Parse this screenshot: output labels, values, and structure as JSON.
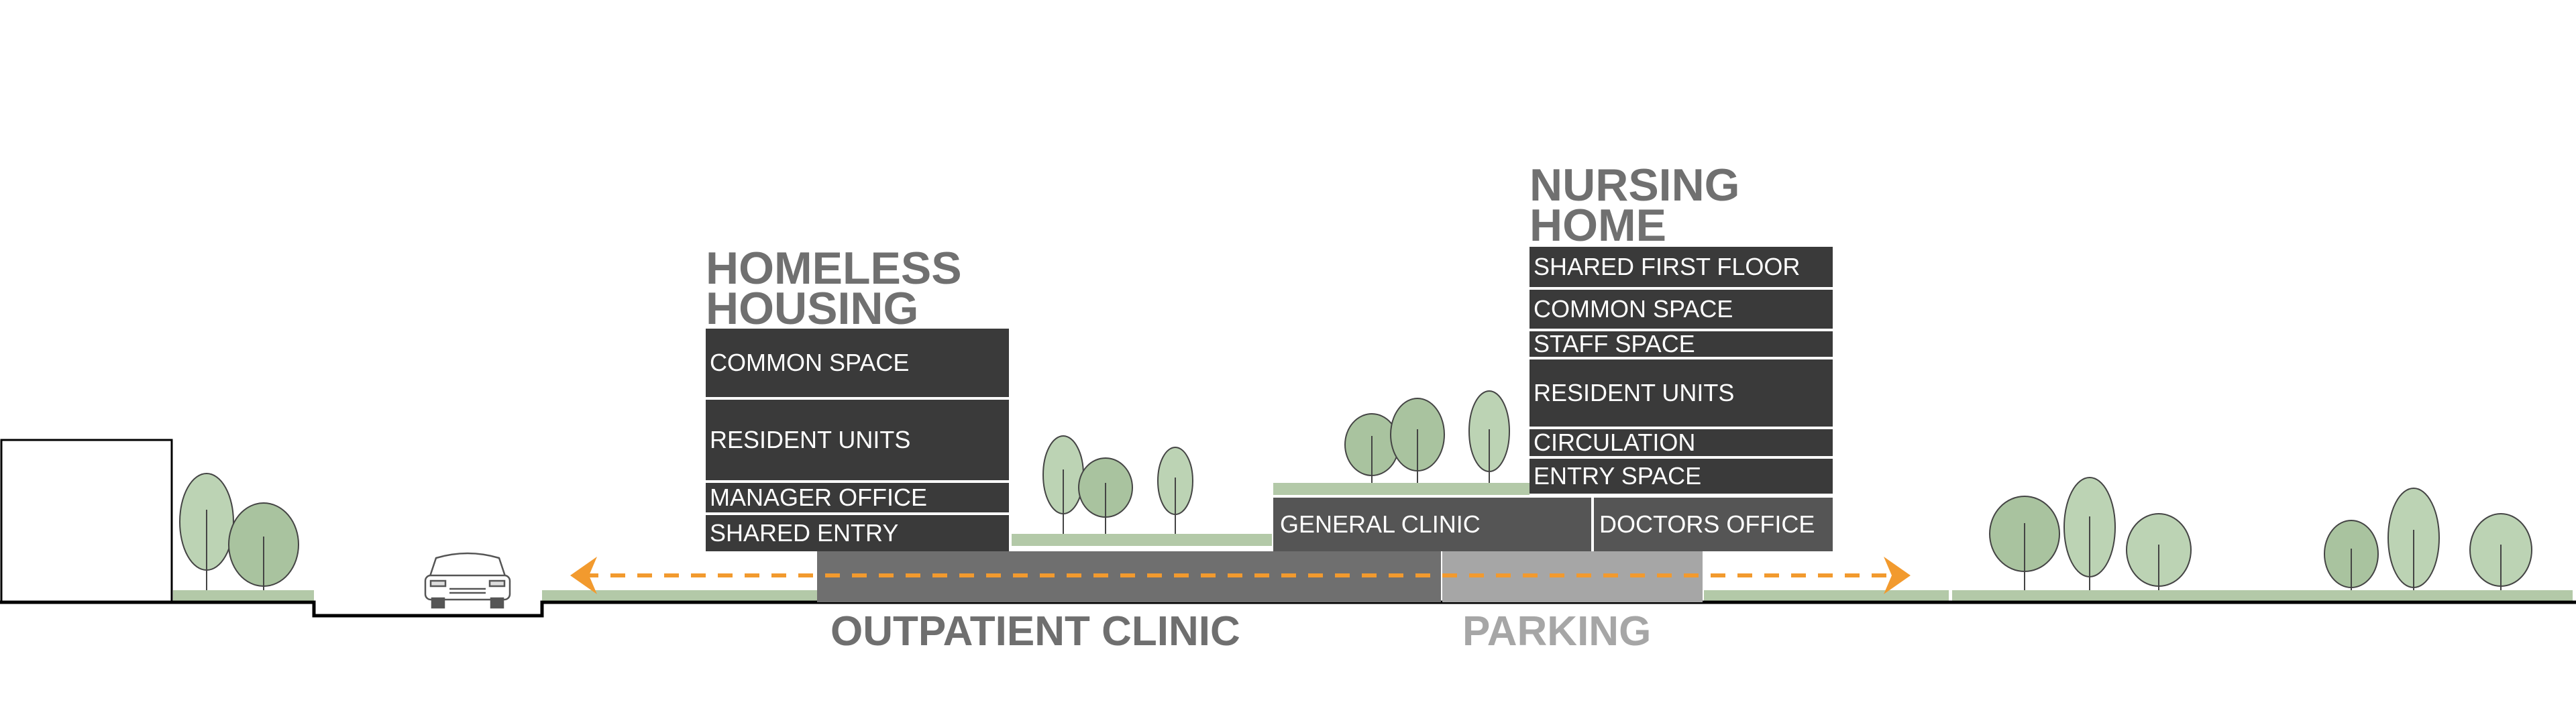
{
  "homeless_housing": {
    "title_line1": "HOMELESS",
    "title_line2": "HOUSING",
    "floors": [
      "COMMON SPACE",
      "RESIDENT UNITS",
      "MANAGER OFFICE",
      "SHARED ENTRY"
    ]
  },
  "nursing_home": {
    "title_line1": "NURSING",
    "title_line2": "HOME",
    "floors": [
      "SHARED FIRST FLOOR",
      "COMMON SPACE",
      "STAFF SPACE",
      "RESIDENT UNITS",
      "CIRCULATION",
      "ENTRY SPACE"
    ]
  },
  "middle": {
    "general_clinic": "GENERAL CLINIC",
    "doctors_office": "DOCTORS OFFICE"
  },
  "ground": {
    "outpatient_clinic": "OUTPATIENT CLINIC",
    "parking": "PARKING"
  },
  "colors": {
    "dark_block": "#3a3a3a",
    "mid_block": "#555555",
    "clinic_base": "#6f6f6f",
    "parking_base": "#a6a6a6",
    "title_gray": "#707070",
    "green_strip": "#b3c9a8",
    "tree_fill": "#bcd3b4",
    "arrow_orange": "#f29a2e"
  }
}
